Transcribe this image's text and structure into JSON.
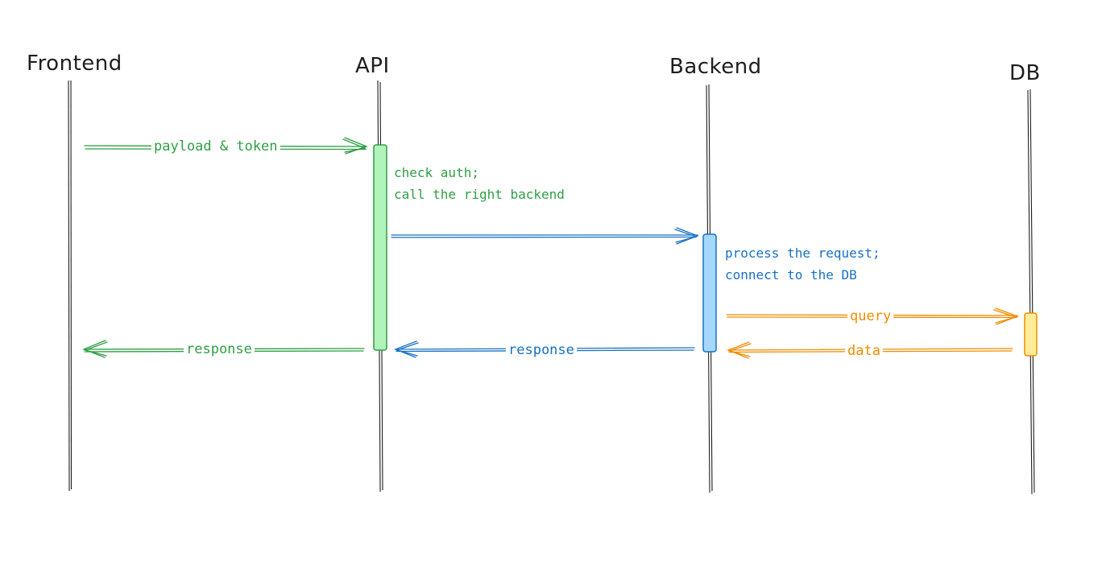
{
  "colors": {
    "ink": "#1e1e1e",
    "green": "#2f9e44",
    "green_fill": "#b2f2bb",
    "blue": "#1971c2",
    "blue_fill": "#a5d8ff",
    "orange": "#f08c00",
    "orange_fill": "#ffec99"
  },
  "actors": {
    "frontend": "Frontend",
    "api": "API",
    "backend": "Backend",
    "db": "DB"
  },
  "messages": {
    "payload": "payload & token",
    "api_response": "response",
    "backend_response": "response",
    "query": "query",
    "data": "data"
  },
  "notes": {
    "api": [
      "check auth;",
      "call the right backend"
    ],
    "backend": [
      "process the request;",
      "connect to the DB"
    ]
  }
}
